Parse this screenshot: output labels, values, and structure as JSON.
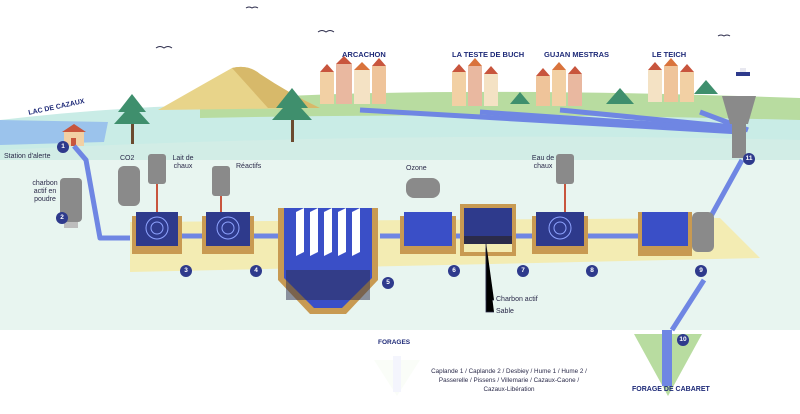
{
  "labels": {
    "lac": "LAC DE CAZAUX",
    "station": "Station d'alerte",
    "charbon_poudre": "charbon actif en poudre",
    "co2": "CO2",
    "lait": "Lait de chaux",
    "reactifs": "Réactifs",
    "ozone": "Ozone",
    "eau_chaux": "Eau de chaux",
    "charbon_actif": "Charbon actif",
    "sable": "Sable",
    "forage_cabaret": "FORAGE DE CABARET"
  },
  "towns": {
    "arcachon": "ARCACHON",
    "teste": "LA TESTE DE BUCH",
    "gujan": "GUJAN MESTRAS",
    "teich": "LE TEICH"
  },
  "forages": {
    "title": "FORAGES",
    "list": "Caplande 1 / Caplande 2 / Desbiey / Hume 1 / Hume 2 / Passerelle / Pissens / Villemarie / Cazaux-Caone / Cazaux-Libération"
  },
  "steps": [
    "1",
    "2",
    "3",
    "4",
    "5",
    "6",
    "7",
    "8",
    "9",
    "10",
    "11"
  ],
  "colors": {
    "water": "#3a4fc7",
    "pipe": "#6f86e3",
    "tank_wall": "#c89a52",
    "sand": "#f3ecb3",
    "ground": "#cfe9df",
    "sea": "#bfe3df",
    "badge": "#2e3a8c"
  },
  "icons": [
    "house-icon",
    "tree-icon",
    "silo-icon",
    "tank-icon",
    "well-icon",
    "water-tower-icon",
    "bird-icon",
    "boat-icon"
  ]
}
